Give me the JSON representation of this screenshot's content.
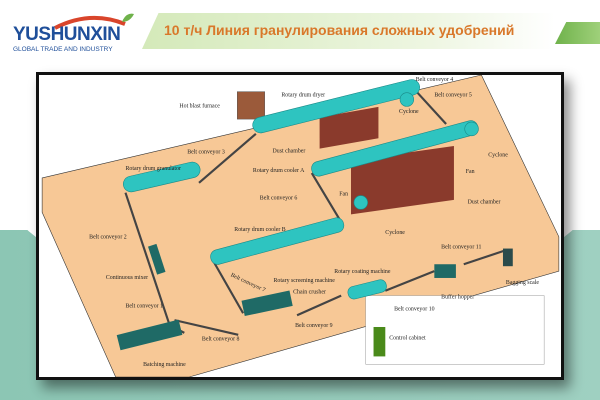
{
  "header": {
    "logo": {
      "brand": "YUSHUNXIN",
      "tagline": "GLOBAL TRADE AND INDUSTRY"
    },
    "title": "10 т/ч Линия гранулирования сложных удобрений"
  },
  "colors": {
    "title": "#d9782a",
    "brand": "#1f4f9a",
    "floor": "#f7c896",
    "equipment": "#2ec4c0",
    "dust_chamber": "#8a3a2c",
    "control_cabinet": "#4a8a1a",
    "band": "#8cc6b4"
  },
  "diagram": {
    "labels": {
      "hot_blast_furnace": "Hot blast furnace",
      "rotary_drum_dryer": "Rotary drum dryer",
      "belt_conveyor_1": "Belt conveyor 1",
      "belt_conveyor_2": "Belt conveyor 2",
      "belt_conveyor_3": "Belt conveyor 3",
      "belt_conveyor_4": "Belt conveyor 4",
      "belt_conveyor_5": "Belt conveyor 5",
      "belt_conveyor_6": "Belt conveyor 6",
      "belt_conveyor_7": "Belt conveyor 7",
      "belt_conveyor_8": "Belt conveyor 8",
      "belt_conveyor_9": "Belt conveyor 9",
      "belt_conveyor_10": "Belt conveyor 10",
      "belt_conveyor_11": "Belt conveyor 11",
      "dust_chamber_1": "Dust chamber",
      "dust_chamber_2": "Dust chamber",
      "rotary_drum_granulator": "Rotary drum granulator",
      "rotary_drum_cooler_a": "Rotary drum cooler A",
      "rotary_drum_cooler_b": "Rotary drum cooler B",
      "cyclone_1": "Cyclone",
      "cyclone_2": "Cyclone",
      "fan_1": "Fan",
      "fan_2": "Fan",
      "cyclone_small": "Cyclone",
      "rotary_coating_machine": "Rotary coating machine",
      "rotary_screening_machine": "Rotary screening machine",
      "chain_crusher": "Chain crusher",
      "continuous_mixer": "Continuous mixer",
      "buffer_hopper": "Buffer hopper",
      "bagging_scale": "Bagging scale",
      "control_cabinet": "Control cabinet",
      "batching_machine": "Batching machine"
    }
  }
}
